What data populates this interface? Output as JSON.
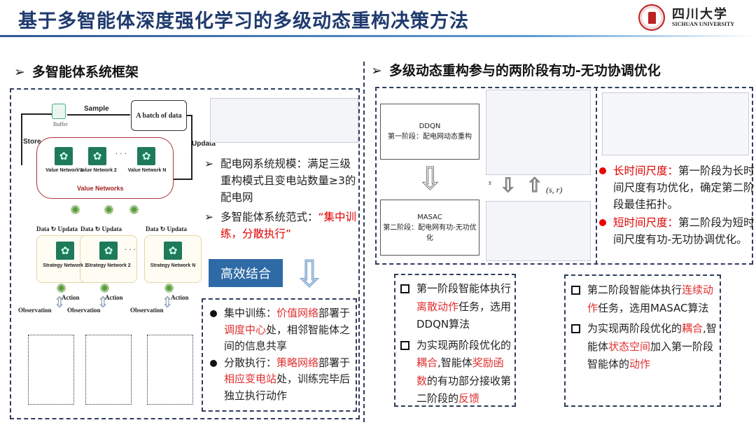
{
  "title": "基于多智能体深度强化学习的多级动态重构决策方法",
  "logo": {
    "cn": "四川大学",
    "en": "SICHUAN UNIVERSITY"
  },
  "left": {
    "heading": "多智能体系统框架",
    "diagram": {
      "buffer": "Buffer",
      "sample": "Sample",
      "batch": "A batch of data",
      "store": "Store",
      "updata": "Updata",
      "value_nets": [
        "Value Network 1",
        "Value Network 2",
        "Value Network N"
      ],
      "value_group": "Value Networks",
      "data": "Data",
      "update": "Updata",
      "strategy_nets": [
        "Strategy Network 1",
        "Strategy Network 2",
        "Strategy Network N"
      ],
      "action": "Action",
      "observation": "Observation",
      "ellipsis": "· · ·"
    },
    "points": [
      "配电网系统规模：满足三级重构模式且变电站数量≥3的配电网",
      [
        "多智能体系统范式：",
        "“集中训练，分散执行”"
      ]
    ],
    "button": "高效结合",
    "box": {
      "b1": [
        "集中训练：",
        "价值网络",
        "部署于",
        "调度中心",
        "处，相邻智能体之间的信息共享"
      ],
      "b2": [
        "分散执行：",
        "策略网络",
        "部署于",
        "相应变电站",
        "处，训练完毕后独立执行动作"
      ]
    }
  },
  "right": {
    "heading": "多级动态重构参与的两阶段有功-无功协调优化",
    "stage1": {
      "algo": "DDQN",
      "desc": "第一阶段：配电网动态重构"
    },
    "stage2": {
      "algo": "MASAC",
      "desc": "第二阶段：配电网有功-无功优化"
    },
    "flow_s": "s",
    "flow_sr": "(s, r)",
    "notes": [
      [
        "长时间尺度：",
        "第一阶段为长时间尺度有功优化，确定第二阶段最佳拓扑。"
      ],
      [
        "短时间尺度：",
        "第二阶段为短时间尺度有功-无功协调优化。"
      ]
    ],
    "box1": [
      [
        "第一阶段智能体执行",
        "离散动作",
        "任务，选用DDQN算法"
      ],
      [
        "为实现两阶段优化的",
        "耦合",
        ",智能体",
        "奖励函数",
        "的有功部分接收第二阶段的",
        "反馈"
      ]
    ],
    "box2": [
      [
        "第二阶段智能体执行",
        "连续动作",
        "任务，选用MASAC算法"
      ],
      [
        "为实现两阶段优化的",
        "耦合",
        ",智能体",
        "状态空间",
        "加入第一阶段智能体的",
        "动作"
      ]
    ]
  }
}
